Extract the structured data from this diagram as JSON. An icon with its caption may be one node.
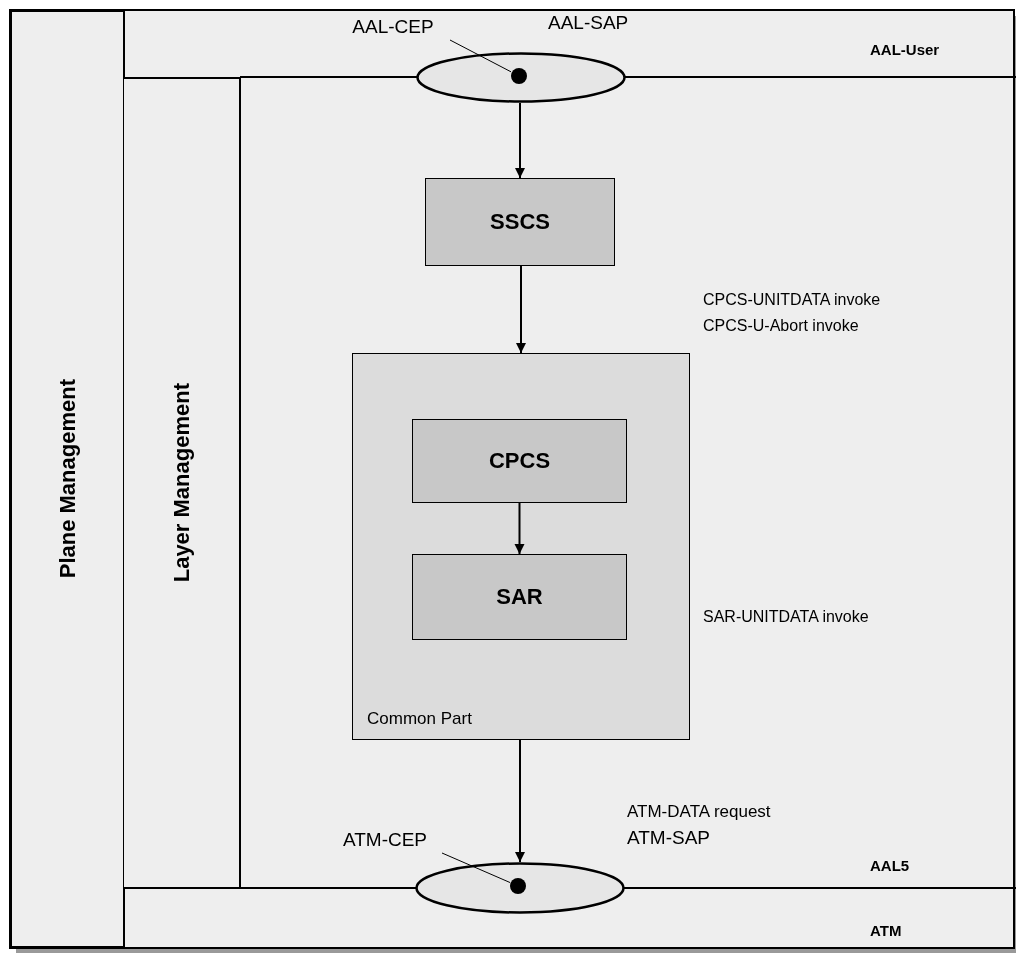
{
  "diagram": {
    "nodes": [
      {
        "text": [
          "Plane Management"
        ]
      },
      {
        "text": [
          "Layer Management"
        ]
      },
      {
        "text": [
          "AAL-CEP"
        ]
      },
      {
        "text": [],
        "shape": "ellipse"
      },
      {
        "text": [],
        "shape": "circle",
        "in": 3
      },
      {
        "text": [
          "SSCS"
        ]
      },
      {
        "text": [
          "Common Part"
        ]
      },
      {
        "text": [
          "CPCS"
        ],
        "in": 6
      },
      {
        "text": [
          "SAR"
        ],
        "in": 6
      },
      {
        "text": [
          "ATM-CEP"
        ]
      },
      {
        "text": [],
        "shape": "ellipse"
      },
      {
        "text": [],
        "shape": "circle",
        "in": 10
      }
    ],
    "edges": [
      {
        "from": 2,
        "to": 4,
        "arrow": "none"
      },
      {
        "from": 3,
        "to": 5,
        "arrow": "to"
      },
      {
        "from": 5,
        "to": 6,
        "arrow": "to"
      },
      {
        "from": 7,
        "to": 8,
        "arrow": "to"
      },
      {
        "from": 6,
        "to": 10,
        "arrow": "to"
      },
      {
        "from": 9,
        "to": 11,
        "arrow": "none"
      }
    ],
    "labels": [
      "AAL-SAP",
      "AAL-User",
      "CPCS-UNITDATA invoke",
      "CPCS-U-Abort invoke",
      "SAR-UNITDATA invoke",
      "ATM-DATA request",
      "ATM-SAP",
      "AAL5",
      "ATM"
    ]
  }
}
